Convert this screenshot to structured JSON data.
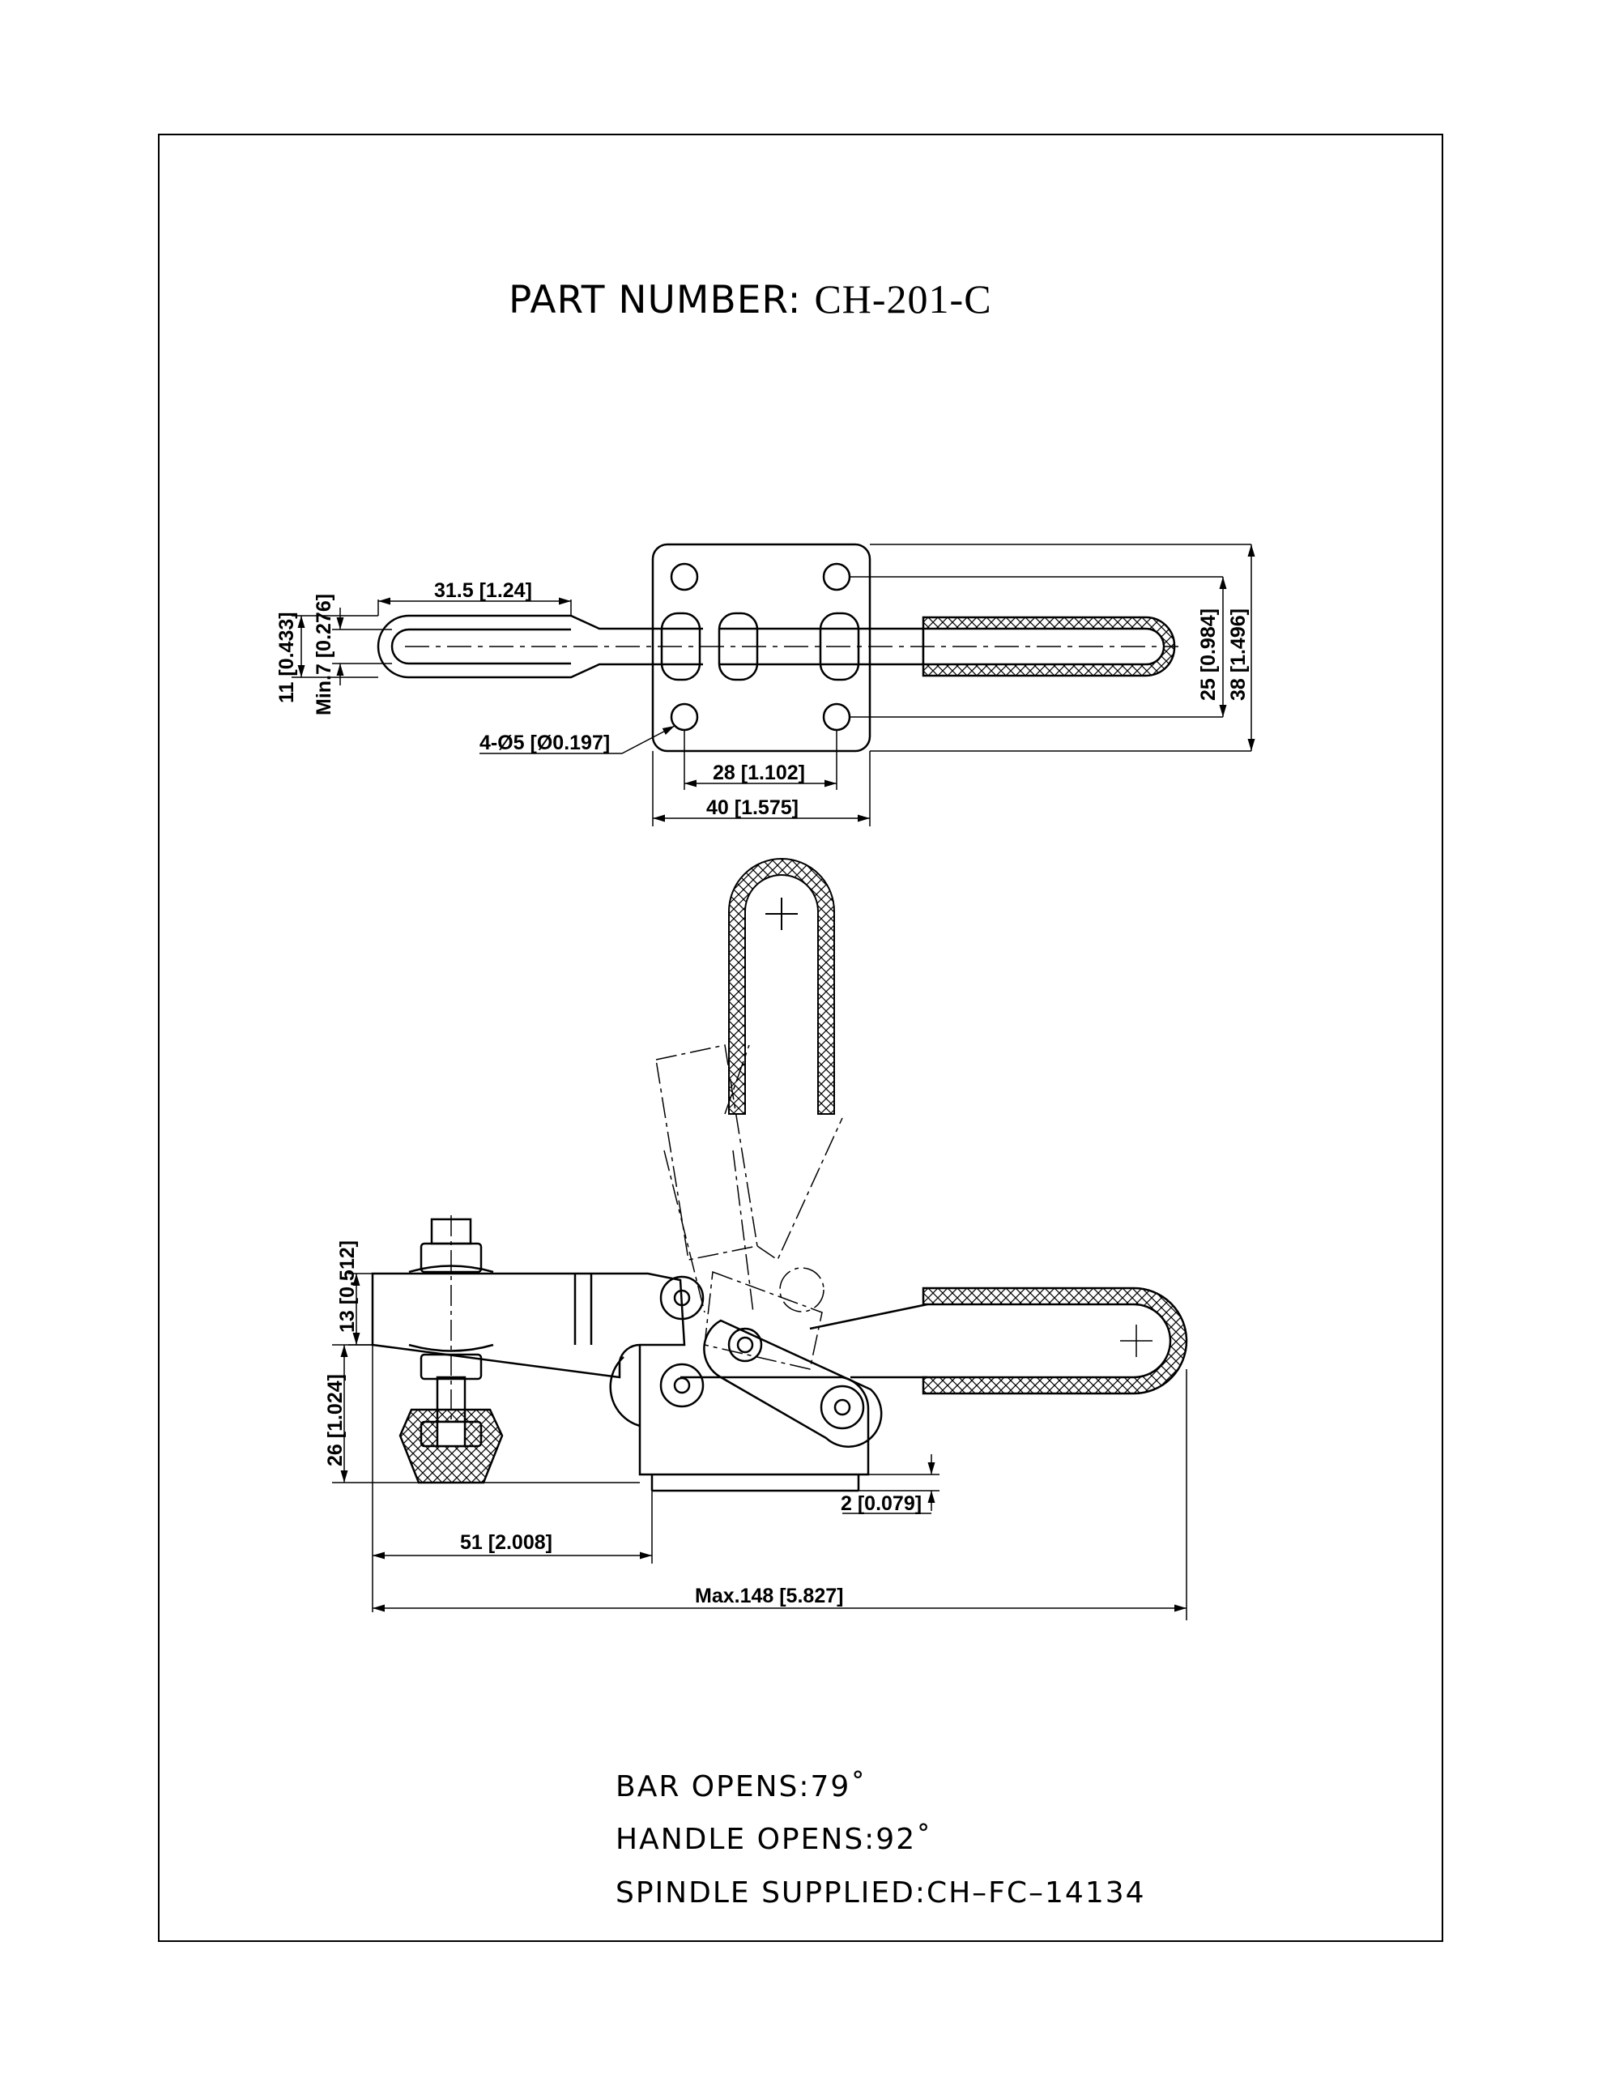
{
  "title": {
    "prefix": "PART NUMBER:",
    "part_number": "CH-201-C"
  },
  "dimensions": {
    "handle_length": "31.5 [1.24]",
    "bar_height": "11 [0.433]",
    "min_gap": "Min.7 [0.276]",
    "holes": "4-Ø5 [Ø0.197]",
    "hole_spacing": "28 [1.102]",
    "base_width": "40 [1.575]",
    "hole_vertical": "25 [0.984]",
    "base_height": "38 [1.496]",
    "arm_height": "13 [0.512]",
    "spindle_height": "26 [1.024]",
    "base_offset": "2 [0.079]",
    "reach": "51 [2.008]",
    "max_length": "Max.148 [5.827]"
  },
  "notes": {
    "bar_opens": "BAR OPENS:79˚",
    "handle_opens": "HANDLE OPENS:92˚",
    "spindle": "SPINDLE SUPPLIED:CH–FC–14134"
  }
}
